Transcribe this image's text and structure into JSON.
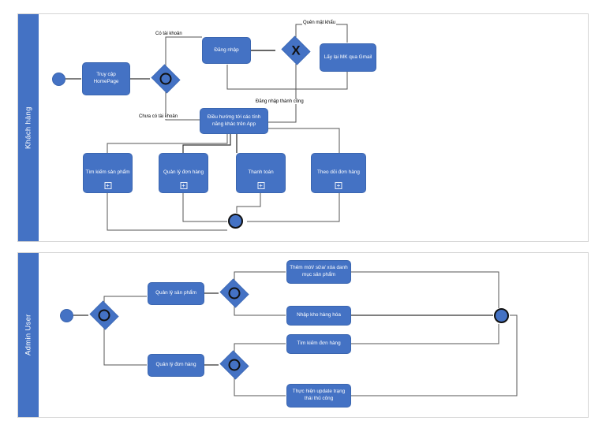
{
  "diagram": {
    "type": "bpmn-process-diagram",
    "colors": {
      "task_fill": "#4472C4",
      "lane_band": "#4472C4",
      "pool_border": "#d4d4d4",
      "connector_dark": "#404040",
      "connector_light": "#808080",
      "text_on_fill": "#ffffff"
    }
  },
  "pools": [
    {
      "id": "customer",
      "lane_label": "Khách hàng",
      "start_event": {
        "name": "start-event"
      },
      "tasks": [
        {
          "id": "t_home",
          "label": "Truy cập HomePage",
          "subprocess": false
        },
        {
          "id": "t_login",
          "label": "Đăng nhập",
          "subprocess": false
        },
        {
          "id": "t_recover",
          "label": "Lấy lại MK qua Gmail",
          "subprocess": false
        },
        {
          "id": "t_nav",
          "label": "Điều hướng tới các tính năng khác trên App",
          "subprocess": false
        },
        {
          "id": "t_search",
          "label": "Tìm kiếm sản phẩm",
          "subprocess": true
        },
        {
          "id": "t_order",
          "label": "Quản lý đơn hàng",
          "subprocess": true
        },
        {
          "id": "t_pay",
          "label": "Thanh toán",
          "subprocess": true
        },
        {
          "id": "t_track",
          "label": "Theo dõi đơn hàng",
          "subprocess": true
        }
      ],
      "gateways": [
        {
          "id": "g_account",
          "kind": "inclusive"
        },
        {
          "id": "g_login",
          "kind": "exclusive",
          "glyph": "X"
        }
      ],
      "edge_labels": [
        "Có tài khoản",
        "Chưa có tài khoản",
        "Quên mật khẩu",
        "Đăng nhập thành công"
      ],
      "end_event": {
        "name": "end-event"
      }
    },
    {
      "id": "admin",
      "lane_label": "Admin User",
      "start_event": {
        "name": "start-event"
      },
      "tasks": [
        {
          "id": "a_prod",
          "label": "Quản lý sản phẩm",
          "subprocess": false
        },
        {
          "id": "a_order",
          "label": "Quản lý đơn hàng",
          "subprocess": false
        },
        {
          "id": "a_cat",
          "label": "Thêm mới/ sửa/ xóa danh mục sản phẩm",
          "subprocess": false
        },
        {
          "id": "a_stock",
          "label": "Nhập kho hàng hóa",
          "subprocess": false
        },
        {
          "id": "a_find",
          "label": "Tìm kiếm đơn hàng",
          "subprocess": false
        },
        {
          "id": "a_update",
          "label": "Thực hiện update trạng thái thủ công",
          "subprocess": false
        }
      ],
      "gateways": [
        {
          "id": "ag_main",
          "kind": "inclusive"
        },
        {
          "id": "ag_prod",
          "kind": "inclusive"
        },
        {
          "id": "ag_order",
          "kind": "inclusive"
        }
      ],
      "end_event": {
        "name": "end-event"
      }
    }
  ],
  "plus_marker": "+"
}
